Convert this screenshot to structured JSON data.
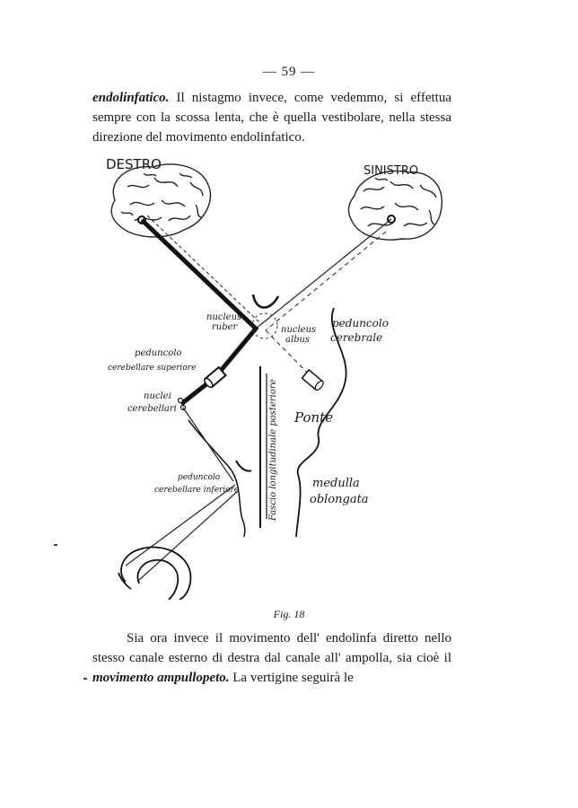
{
  "page_number": "— 59 —",
  "paragraph1": {
    "lead": "endolinfatico.",
    "text": " Il nistagmo invece, come vedemmo, si effettua sempre con la scossa lenta, che è quella vestibolare, nella stessa direzione del movimento endolinfatico."
  },
  "figure": {
    "labels": {
      "destro": "DESTRO",
      "sinistro": "SINISTRO",
      "nucleus_ruber_1": "nucleus",
      "nucleus_ruber_2": "ruber",
      "nucleus_albus_1": "nucleus",
      "nucleus_albus_2": "albus",
      "peduncolo_cerebrale_1": "peduncolo",
      "peduncolo_cerebrale_2": "cerebrale",
      "ped_sup_1": "peduncolo",
      "ped_sup_2": "cerebellare superiore",
      "nuclei_1": "nuclei",
      "nuclei_2": "cerebellari",
      "ponte": "Ponte",
      "fascio": "Fascio longitudinale posteriore",
      "ped_inf_1": "peduncolo",
      "ped_inf_2": "cerebellare inferiore",
      "medulla_1": "medulla",
      "medulla_2": "oblongata"
    },
    "caption": "Fig. 18"
  },
  "paragraph2": {
    "t1": "Sia ora invece il movimento dell' endolinfa diretto nello stesso canale esterno di destra dal canale all' ampolla, sia cioè il ",
    "emph": "movimento ampullopeto.",
    "t2": " La vertigine seguirà le"
  }
}
